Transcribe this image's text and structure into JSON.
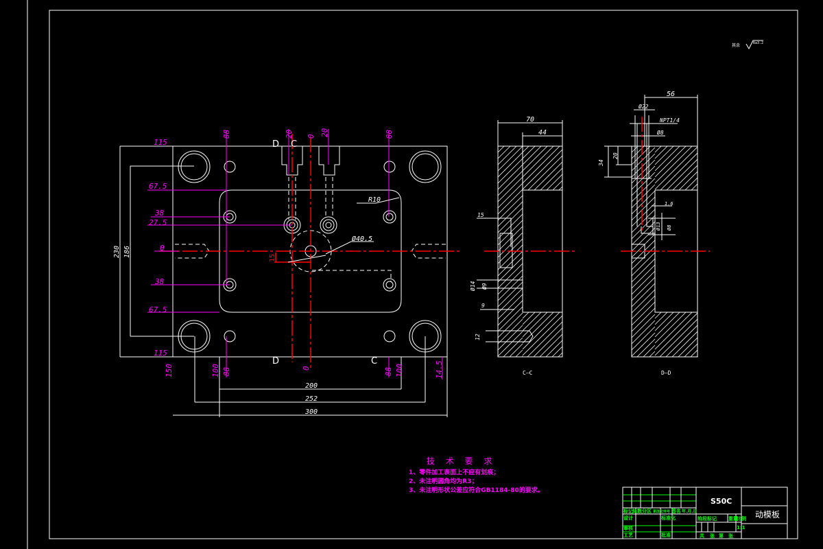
{
  "colors": {
    "background": "#000000",
    "outline": "#ffffff",
    "centerline": "#ff0000",
    "dimension_highlight": "#ff00ff",
    "title_block_text": "#00ff00"
  },
  "roughness_note": {
    "prefix": "其余",
    "value": "Ra3.2"
  },
  "main_view": {
    "section_marks": [
      "D",
      "C",
      "D",
      "C"
    ],
    "dims": {
      "top_115": "115",
      "bottom_115": "115",
      "h230": "230",
      "h186": "186",
      "y67_5_top": "67.5",
      "y38_top": "38",
      "y27_5": "27.5",
      "y0": "0",
      "y38_bot": "38",
      "y67_5_bot": "67.5",
      "x88_top_l": "88",
      "x20_top": "20",
      "x0_top": "0",
      "x20_top_r": "20",
      "x88_top_r": "88",
      "r10": "R10",
      "d40_5": "Ø40.5",
      "red15": "15",
      "x150": "150",
      "x100_l": "100",
      "x88_bot_l": "88",
      "x0_bot": "0",
      "x88_bot_r": "88",
      "x100_r": "100",
      "x14_5": "14.5",
      "w200": "200",
      "w252": "252",
      "w300": "300"
    }
  },
  "section_cc": {
    "label": "C—C",
    "dims": {
      "w70": "70",
      "w44": "44",
      "d15": "15",
      "d14": "Ø14",
      "d9": "Ø9",
      "d9b": "9",
      "d12": "12"
    }
  },
  "section_dd": {
    "label": "D—D",
    "dims": {
      "w56": "56",
      "d22": "Ø22",
      "npt": "NPT1/4",
      "d8": "Ø8",
      "h34": "34",
      "h20": "20",
      "d1_6": "1.6",
      "d13": "Ø13",
      "d8b": "Ø8"
    }
  },
  "technical_requirements": {
    "title": "技 术 要 求",
    "items": [
      "1、零件加工表面上不应有划痕；",
      "2、未注明圆角均为R3；",
      "3、未注明形状公差应符合GB1184-80的要求。"
    ]
  },
  "title_block": {
    "material": "S50C",
    "part_name": "动模板",
    "header_cells": [
      "标记",
      "处数",
      "分区",
      "更改文件号",
      "签名",
      "年.月.日"
    ],
    "row_labels": [
      "设计",
      "审核",
      "工艺"
    ],
    "mid_labels": [
      "标准化",
      "批准"
    ],
    "stage_cells": [
      "阶段标记",
      "重量",
      "比例"
    ],
    "scale": "1:1",
    "sheet": [
      "共",
      "张",
      "第",
      "张"
    ]
  }
}
